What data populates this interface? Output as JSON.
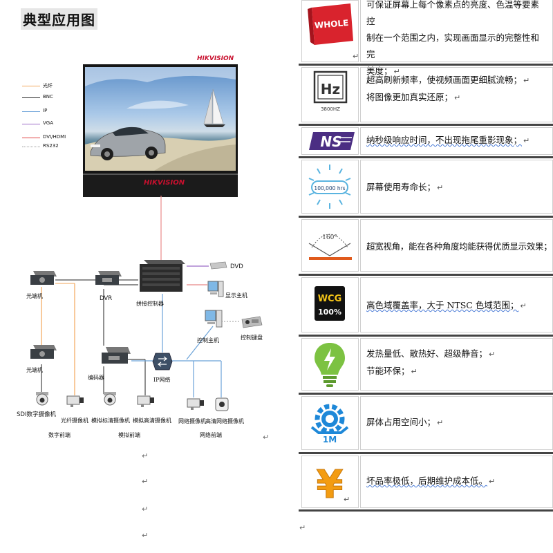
{
  "page_title": "典型应用图",
  "legend": [
    {
      "label": "光纤",
      "color": "#f2a65a"
    },
    {
      "label": "BNC",
      "color": "#222222"
    },
    {
      "label": "IP",
      "color": "#6aa2d8"
    },
    {
      "label": "VGA",
      "color": "#9b6bc7"
    },
    {
      "label": "DVI/HDMI",
      "color": "#e04040"
    },
    {
      "label": "RS232",
      "color": "#999999"
    }
  ],
  "brand": "HIKVISION",
  "devices": {
    "dvd": "DVD",
    "display_host": "显示主机",
    "splice_controller": "拼接控制器",
    "control_host": "控制主机",
    "control_keyboard": "控制键盘",
    "optical_transceiver_1": "光端机",
    "optical_transceiver_2": "光端机",
    "dvr": "DVR",
    "encoder": "编码器",
    "ip_network": "IP网络",
    "sdi_camera": "SDI数字摄像机",
    "fiber_camera": "光纤摄像机",
    "analog_sd_camera": "模拟标清摄像机",
    "analog_hd_camera": "模拟高清摄像机",
    "network_camera": "网络摄像机",
    "hd_network_camera": "高清网络摄像机"
  },
  "groups": {
    "digital_front": "数字前端",
    "analog_front": "模拟前端",
    "network_front": "网络前端"
  },
  "icons": {
    "whole": "WHOLE",
    "hz": "Hz",
    "hz_sub": "3800HZ",
    "ns": "NS",
    "hours": "100,000 hrs",
    "angle": "160°",
    "wcg_top": "WCG",
    "wcg_bottom": "100%",
    "size": "1M",
    "yen": "¥"
  },
  "features": [
    {
      "lines": [
        "可保证屏幕上每个像素点的亮度、色温等要素控",
        "制在一个范围之内，实现画面显示的完整性和完",
        "美度；"
      ]
    },
    {
      "lines": [
        "超高刷新频率，使视频画面更细腻流畅；",
        "将图像更加真实还原；"
      ]
    },
    {
      "lines": [
        "纳秒级响应时间，不出现拖尾重影现象；"
      ]
    },
    {
      "lines": [
        "屏幕使用寿命长；"
      ]
    },
    {
      "lines": [
        "超宽视角，能在各种角度均能获得优质显示效果；"
      ]
    },
    {
      "lines": [
        "高色域覆盖率，大于 NTSC 色域范围；"
      ]
    },
    {
      "lines": [
        "发热量低、散热好、超级静音；",
        "节能环保；"
      ]
    },
    {
      "lines": [
        "屏体占用空间小；"
      ]
    },
    {
      "lines": [
        "坏品率极低，后期维护成本低。"
      ]
    }
  ],
  "colors": {
    "whole_red": "#d9232d",
    "ns_purple": "#4b2e83",
    "hz_gray": "#333333",
    "angle_orange": "#e05a1c",
    "wcg_black": "#111111",
    "wcg_gold": "#f5c518",
    "bulb_green": "#7cc242",
    "gear_blue": "#1e88d8",
    "yen_orange": "#f39c12"
  },
  "paragraph_mark": "↵"
}
